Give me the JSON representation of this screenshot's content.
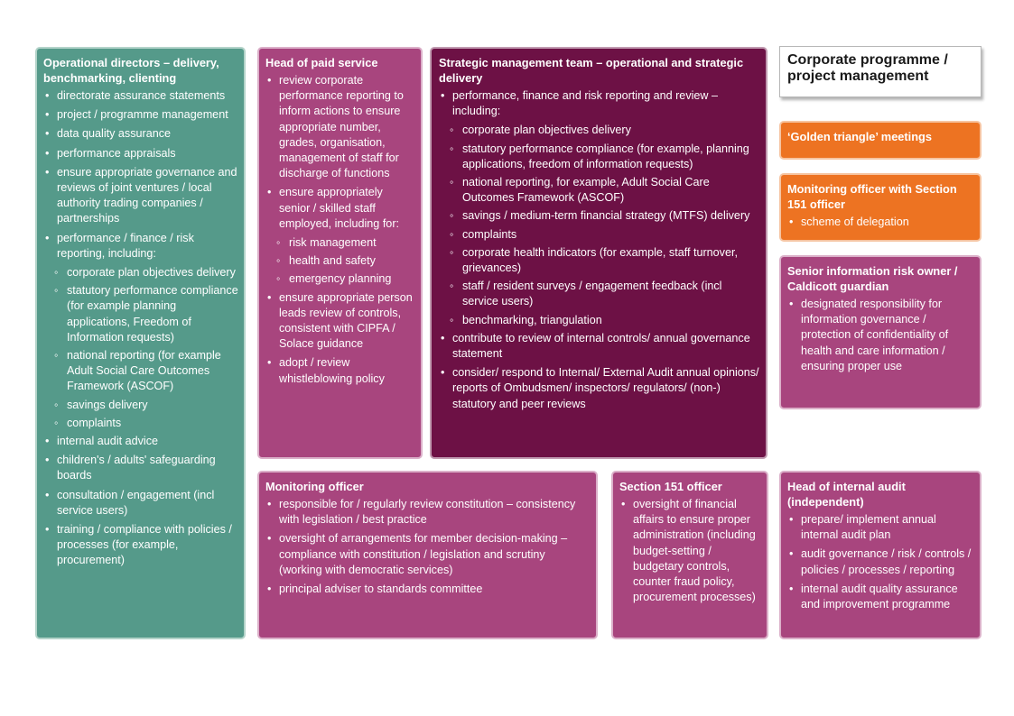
{
  "boxes": {
    "operational_directors": {
      "title": "Operational directors – delivery, benchmarking, clienting",
      "items": [
        {
          "text": "directorate assurance statements",
          "level": 1
        },
        {
          "text": "project / programme management",
          "level": 1
        },
        {
          "text": "data quality assurance",
          "level": 1
        },
        {
          "text": "performance appraisals",
          "level": 1
        },
        {
          "text": "ensure appropriate governance and reviews of joint ventures / local authority trading companies / partnerships",
          "level": 1
        },
        {
          "text": "performance / finance / risk reporting, including:",
          "level": 1
        },
        {
          "text": "corporate plan objectives delivery",
          "level": 2
        },
        {
          "text": "statutory performance compliance (for example planning applications, Freedom of Information requests)",
          "level": 2
        },
        {
          "text": "national reporting (for example Adult Social Care Outcomes Framework (ASCOF)",
          "level": 2
        },
        {
          "text": "savings delivery",
          "level": 2
        },
        {
          "text": "complaints",
          "level": 2
        },
        {
          "text": "internal audit advice",
          "level": 1
        },
        {
          "text": "children's / adults' safeguarding boards",
          "level": 1
        },
        {
          "text": "consultation / engagement (incl service users)",
          "level": 1
        },
        {
          "text": "training / compliance with policies / processes (for example, procurement)",
          "level": 1
        }
      ]
    },
    "head_of_paid_service": {
      "title": "Head of paid service",
      "items": [
        {
          "text": "review corporate performance reporting to inform actions to ensure appropriate number, grades, organisation, management of staff for discharge of functions",
          "level": 1
        },
        {
          "text": "ensure appropriately senior / skilled staff employed, including for:",
          "level": 1
        },
        {
          "text": "risk management",
          "level": 2
        },
        {
          "text": "health and safety",
          "level": 2
        },
        {
          "text": "emergency planning",
          "level": 2
        },
        {
          "text": "ensure appropriate person leads review of controls, consistent with CIPFA / Solace guidance",
          "level": 1
        },
        {
          "text": "adopt / review whistleblowing policy",
          "level": 1
        }
      ]
    },
    "strategic_management_team": {
      "title": "Strategic management team – operational and strategic delivery",
      "items": [
        {
          "text": "performance, finance and risk reporting and review – including:",
          "level": 1
        },
        {
          "text": "corporate plan objectives delivery",
          "level": 2
        },
        {
          "text": "statutory performance compliance (for example, planning applications, freedom of information requests)",
          "level": 2
        },
        {
          "text": "national reporting, for example, Adult Social Care Outcomes Framework (ASCOF)",
          "level": 2
        },
        {
          "text": "savings / medium-term financial strategy (MTFS) delivery",
          "level": 2
        },
        {
          "text": "complaints",
          "level": 2
        },
        {
          "text": "corporate health indicators (for example, staff turnover, grievances)",
          "level": 2
        },
        {
          "text": "staff / resident surveys / engagement feedback (incl service users)",
          "level": 2
        },
        {
          "text": "benchmarking, triangulation",
          "level": 2
        },
        {
          "text": "contribute to review of internal controls/ annual governance statement",
          "level": 1
        },
        {
          "text": "consider/ respond to Internal/ External Audit annual opinions/ reports of Ombudsmen/ inspectors/ regulators/ (non-) statutory and peer reviews",
          "level": 1
        }
      ]
    },
    "corporate_programme": {
      "title": "Corporate programme / project management",
      "items": []
    },
    "golden_triangle": {
      "title": "‘Golden triangle’ meetings",
      "items": []
    },
    "monitoring_officer_with_s151": {
      "title": "Monitoring officer with Section 151 officer",
      "items": [
        {
          "text": "scheme of delegation",
          "level": 1
        }
      ]
    },
    "senior_information_risk_owner": {
      "title": "Senior information risk owner / Caldicott guardian",
      "items": [
        {
          "text": "designated responsibility for information governance / protection of confidentiality of health and care information / ensuring proper use",
          "level": 1
        }
      ]
    },
    "monitoring_officer": {
      "title": "Monitoring officer",
      "items": [
        {
          "text": "responsible for / regularly review constitution – consistency with legislation / best practice",
          "level": 1
        },
        {
          "text": "oversight of arrangements for member decision-making – compliance with constitution / legislation and scrutiny (working with democratic services)",
          "level": 1
        },
        {
          "text": "principal adviser to standards committee",
          "level": 1
        }
      ]
    },
    "section_151_officer": {
      "title": "Section 151 officer",
      "items": [
        {
          "text": "oversight of financial affairs to ensure proper administration (including budget-setting / budgetary controls, counter fraud policy, procurement processes)",
          "level": 1
        }
      ]
    },
    "head_of_internal_audit": {
      "title": "Head of internal audit (independent)",
      "items": [
        {
          "text": "prepare/ implement annual internal audit plan",
          "level": 1
        },
        {
          "text": "audit governance / risk / controls / policies / processes / reporting",
          "level": 1
        },
        {
          "text": "internal audit quality assurance and improvement programme",
          "level": 1
        }
      ]
    }
  },
  "colors": {
    "teal": "#559a8a",
    "pink": "#a8457e",
    "plum": "#6d1145",
    "orange": "#ed7322"
  }
}
